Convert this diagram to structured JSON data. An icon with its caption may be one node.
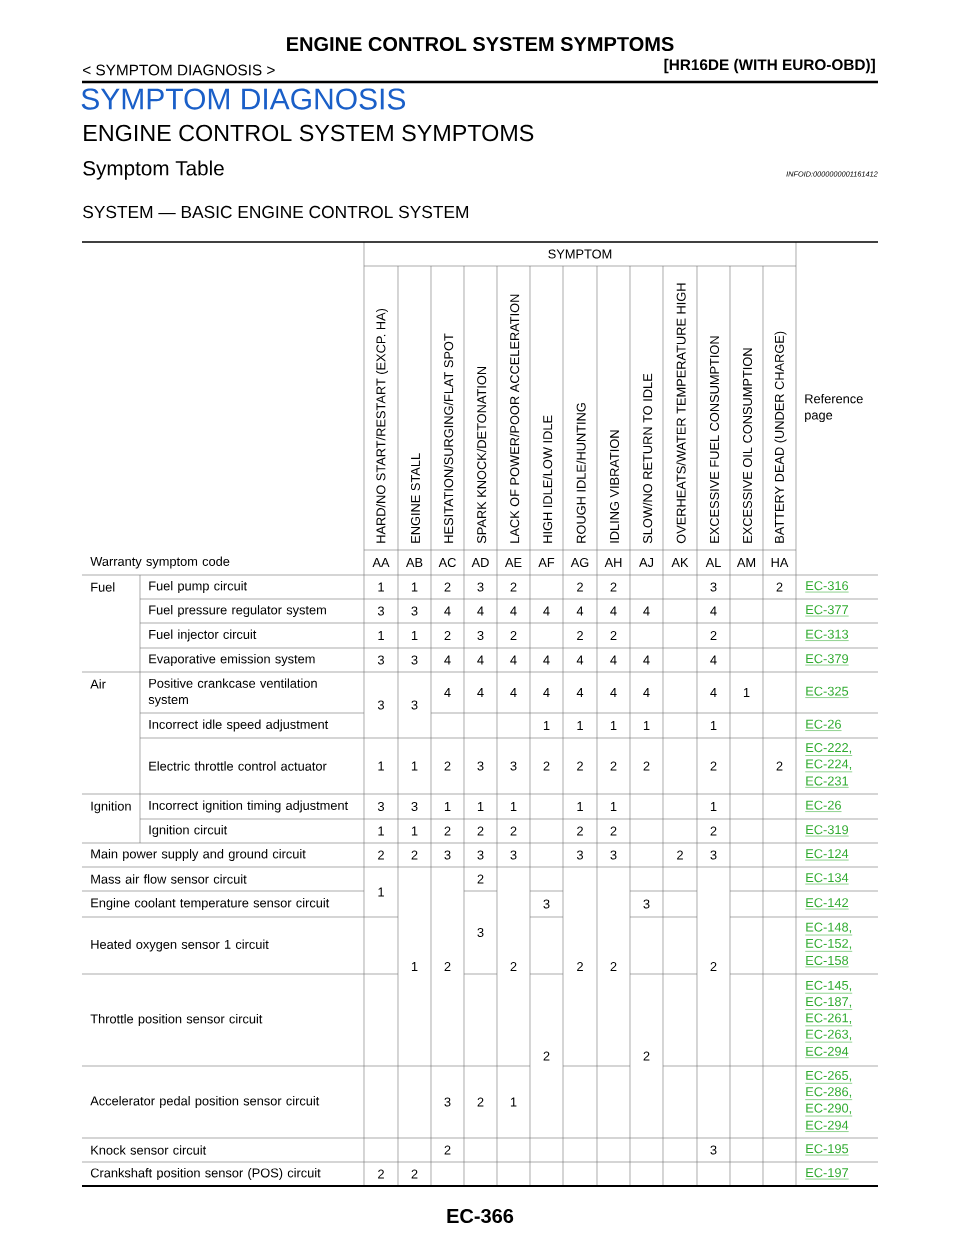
{
  "diagram": {
    "title": "ENGINE CONTROL SYSTEM SYMPTOMS",
    "labels": [
      "< SYMPTOM DIAGNOSIS >",
      "[HR16DE (WITH EURO-OBD)]",
      "SYMPTOM DIAGNOSIS",
      "ENGINE CONTROL SYSTEM SYMPTOMS",
      "Symptom Table",
      "INFOID:0000000001161412",
      "SYSTEM — BASIC ENGINE CONTROL SYSTEM",
      "SYMPTOM",
      "Reference page",
      "HARD/NO START/RESTART (EXCP. HA)",
      "ENGINE STALL",
      "HESITATION/SURGING/FLAT SPOT",
      "SPARK KNOCK/DETONATION",
      "LACK OF POWER/POOR ACCELERATION",
      "HIGH IDLE/LOW IDLE",
      "ROUGH IDLE/HUNTING",
      "IDLING VIBRATION",
      "SLOW/NO RETURN TO IDLE",
      "OVERHEATS/WATER TEMPERATURE HIGH",
      "EXCESSIVE FUEL CONSUMPTION",
      "EXCESSIVE OIL CONSUMPTION",
      "BATTERY DEAD (UNDER CHARGE)",
      "Warranty symptom code",
      "AA",
      "AB",
      "AC",
      "AD",
      "AE",
      "AF",
      "AG",
      "AH",
      "AJ",
      "AK",
      "AL",
      "AM",
      "HA",
      "Fuel",
      "Fuel pump circuit",
      "1",
      "1",
      "2",
      "3",
      "2",
      "2",
      "2",
      "3",
      "2",
      "EC-316",
      "Fuel pressure regulator system",
      "3",
      "3",
      "4",
      "4",
      "4",
      "4",
      "4",
      "4",
      "4",
      "4",
      "EC-377",
      "Fuel injector circuit",
      "1",
      "1",
      "2",
      "3",
      "2",
      "2",
      "2",
      "2",
      "EC-313",
      "Evaporative emission system",
      "3",
      "3",
      "4",
      "4",
      "4",
      "4",
      "4",
      "4",
      "4",
      "4",
      "EC-379",
      "Air",
      "Positive crankcase ventilation system",
      "3",
      "3",
      "4",
      "4",
      "4",
      "4",
      "4",
      "4",
      "4",
      "4",
      "1",
      "EC-325",
      "Incorrect idle speed adjustment",
      "1",
      "1",
      "1",
      "1",
      "1",
      "EC-26",
      "Electric throttle control actuator",
      "1",
      "1",
      "2",
      "3",
      "3",
      "2",
      "2",
      "2",
      "2",
      "2",
      "2",
      "EC-222,",
      "EC-224,",
      "EC-231",
      "Ignition",
      "Incorrect ignition timing adjustment",
      "3",
      "3",
      "1",
      "1",
      "1",
      "1",
      "1",
      "1",
      "EC-26",
      "Ignition circuit",
      "1",
      "1",
      "2",
      "2",
      "2",
      "2",
      "2",
      "2",
      "EC-319",
      "Main power supply and ground circuit",
      "2",
      "2",
      "3",
      "3",
      "3",
      "3",
      "3",
      "2",
      "3",
      "EC-124",
      "Mass air flow sensor circuit",
      "1",
      "1",
      "2",
      "2",
      "2",
      "2",
      "2",
      "2",
      "EC-134",
      "Engine coolant temperature sensor circuit",
      "3",
      "3",
      "3",
      "EC-142",
      "Heated oxygen sensor 1 circuit",
      "EC-148,",
      "EC-152,",
      "EC-158",
      "Throttle position sensor circuit",
      "2",
      "2",
      "EC-145,",
      "EC-187,",
      "EC-261,",
      "EC-263,",
      "EC-294",
      "Accelerator pedal position sensor circuit",
      "3",
      "2",
      "1",
      "EC-265,",
      "EC-286,",
      "EC-290,",
      "EC-294",
      "Knock sensor circuit",
      "2",
      "3",
      "EC-195",
      "Crankshaft position sensor (POS) circuit",
      "2",
      "2",
      "EC-197",
      "EC-366"
    ]
  }
}
